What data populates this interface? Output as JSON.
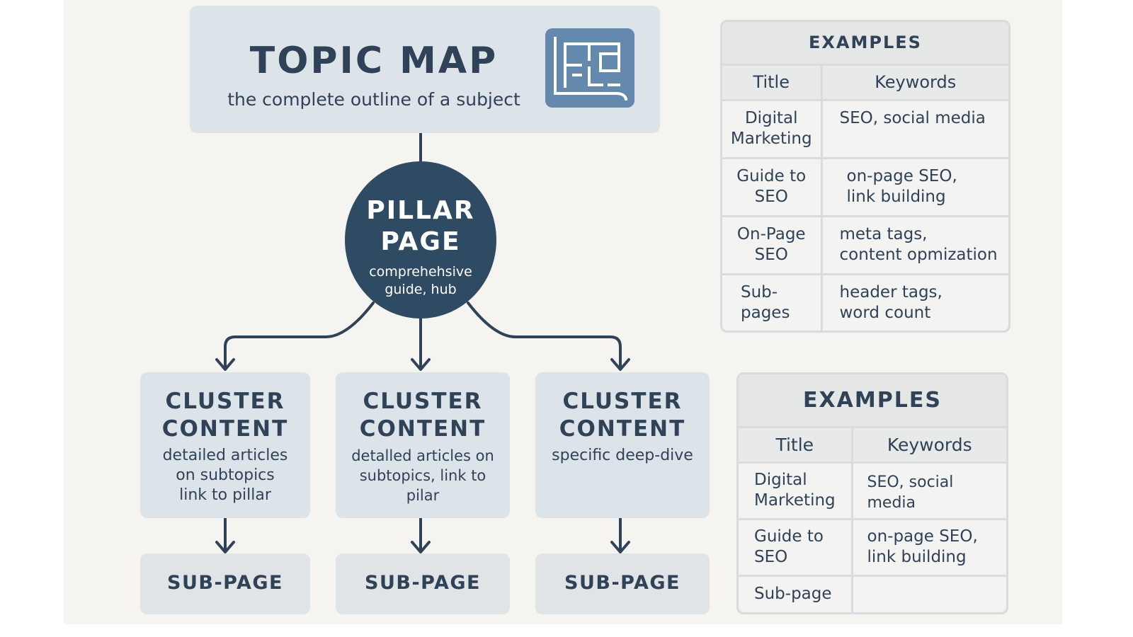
{
  "topic_map": {
    "title": "TOPIC MAP",
    "subtitle": "the complete outline of a subject",
    "icon": "floor-plan-icon"
  },
  "pillar": {
    "title_line1": "PILLAR",
    "title_line2": "PAGE",
    "desc_line1": "comprehehsive",
    "desc_line2": "guide, hub"
  },
  "clusters": [
    {
      "title_line1": "CLUSTER",
      "title_line2": "CONTENT",
      "desc_lines": [
        "detailed articles",
        "on subtopics",
        "link to pillar"
      ],
      "subpage": "SUB-PAGE"
    },
    {
      "title_line1": "CLUSTER",
      "title_line2": "CONTENT",
      "desc_lines": [
        "detalled articles on",
        "subtopics, link to pilar"
      ],
      "subpage": "SUB-PAGE"
    },
    {
      "title_line1": "CLUSTER",
      "title_line2": "CONTENT",
      "desc_lines": [
        "specific deep-dive"
      ],
      "subpage": "SUB-PAGE"
    }
  ],
  "examples_top": {
    "heading": "EXAMPLES",
    "col_title": "Title",
    "col_keywords": "Keywords",
    "rows": [
      {
        "title": [
          "Digital",
          "Marketing"
        ],
        "keywords": [
          "SEO, social media"
        ]
      },
      {
        "title": [
          "Guide to",
          "SEO"
        ],
        "keywords": [
          "on-page SEO,",
          "link building"
        ]
      },
      {
        "title": [
          "On-Page",
          "SEO"
        ],
        "keywords": [
          "meta tags,",
          "content opmization"
        ]
      },
      {
        "title": [
          "Sub-",
          "pages"
        ],
        "keywords": [
          "header tags,",
          "word count"
        ]
      }
    ]
  },
  "examples_bottom": {
    "heading": "EXAMPLES",
    "col_title": "Title",
    "col_keywords": "Keywords",
    "rows": [
      {
        "title": [
          "Digital",
          "Marketing"
        ],
        "keywords": [
          "SEO, social media"
        ]
      },
      {
        "title": [
          "Guide to",
          "SEO"
        ],
        "keywords": [
          "on-page SEO,",
          "link building"
        ]
      },
      {
        "title": [
          "Sub-page"
        ],
        "keywords": [
          ""
        ]
      }
    ]
  },
  "colors": {
    "pillar": "#2f4a63",
    "box": "#dde4e9",
    "text": "#2f4257",
    "icon_bg": "#6489ad"
  }
}
